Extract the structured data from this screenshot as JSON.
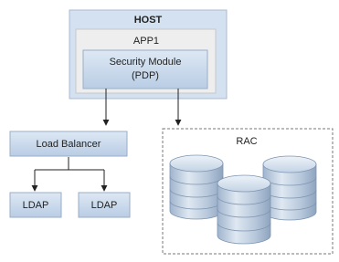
{
  "host": {
    "title": "HOST",
    "app": "APP1",
    "module_line1": "Security Module",
    "module_line2": "(PDP)"
  },
  "load_balancer": {
    "label": "Load Balancer"
  },
  "ldap_nodes": [
    {
      "label": "LDAP"
    },
    {
      "label": "LDAP"
    }
  ],
  "rac": {
    "label": "RAC",
    "db_count": 3
  },
  "colors": {
    "box_fill": "#c9d9ec",
    "box_border": "#9aaec6",
    "host_fill": "#d6e3f1",
    "line": "#222222",
    "dash": "#666666"
  }
}
